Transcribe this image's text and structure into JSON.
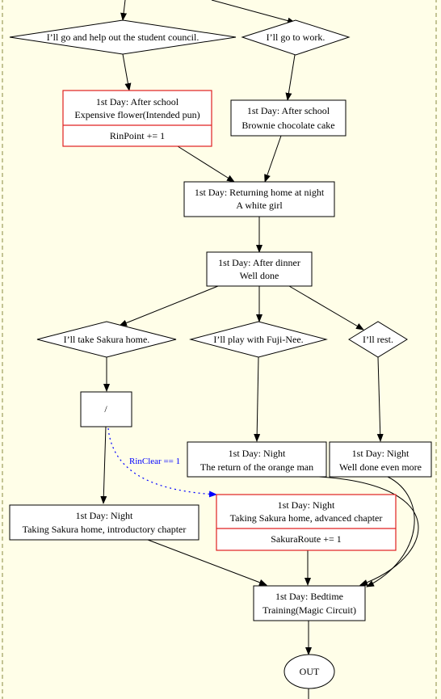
{
  "nodes": {
    "help_council": "I’ll go and help out the student council.",
    "go_work": "I’ll go to work.",
    "day1_after_school_flower": {
      "title": "1st Day: After school",
      "subtitle": "Expensive flower(Intended pun)",
      "effect": "RinPoint += 1"
    },
    "day1_after_school_brownie": {
      "title": "1st Day: After school",
      "subtitle": "Brownie chocolate cake"
    },
    "day1_returning_home": {
      "title": "1st Day: Returning home at night",
      "subtitle": "A white girl"
    },
    "day1_after_dinner": {
      "title": "1st Day: After dinner",
      "subtitle": "Well done"
    },
    "take_sakura_home": "I’ll take Sakura home.",
    "play_fuji_nee": "I’ll play with Fuji-Nee.",
    "rest": "I’ll rest.",
    "slash_node": "/",
    "day1_night_orange": {
      "title": "1st Day: Night",
      "subtitle": "The return of the orange man"
    },
    "day1_night_well_done": {
      "title": "1st Day: Night",
      "subtitle": "Well done even more"
    },
    "day1_night_intro": {
      "title": "1st Day: Night",
      "subtitle": "Taking Sakura home, introductory chapter"
    },
    "day1_night_advanced": {
      "title": "1st Day: Night",
      "subtitle": "Taking Sakura home, advanced chapter",
      "effect": "SakuraRoute += 1"
    },
    "day1_bedtime": {
      "title": "1st Day: Bedtime",
      "subtitle": "Training(Magic Circuit)"
    },
    "out": "OUT"
  },
  "edge_labels": {
    "rin_clear": "RinClear == 1"
  },
  "colors": {
    "background": "#fffee8",
    "highlight_border": "#e02020",
    "conditional_edge": "#0000ff"
  }
}
